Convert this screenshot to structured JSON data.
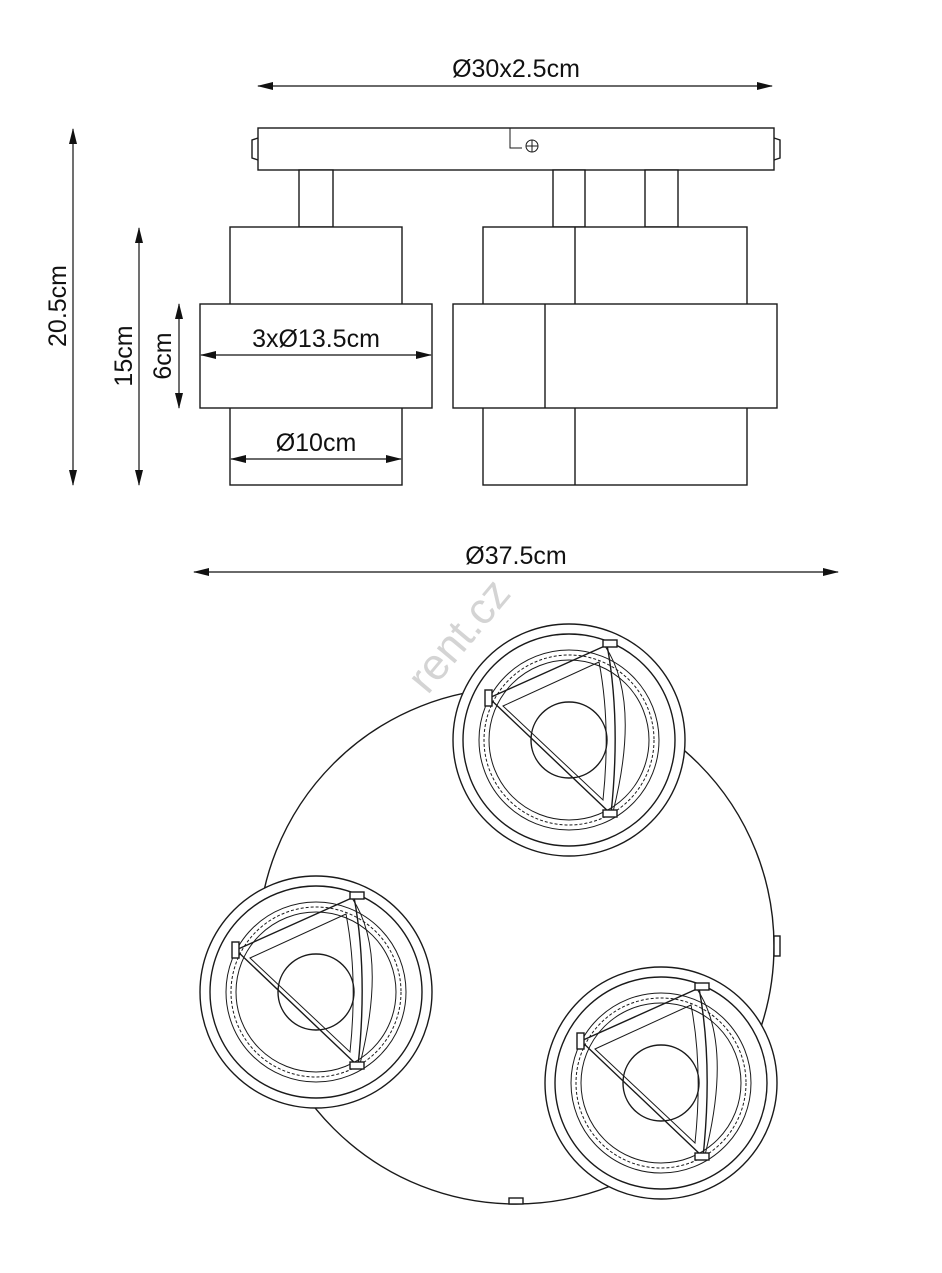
{
  "dimensions": {
    "base_plate": "Ø30x2.5cm",
    "total_height": "20.5cm",
    "spot_height": "15cm",
    "ring_height": "6cm",
    "ring_diameter": "3xØ13.5cm",
    "spot_diameter": "Ø10cm",
    "overall_width": "Ø37.5cm"
  },
  "watermark": "rent.cz"
}
